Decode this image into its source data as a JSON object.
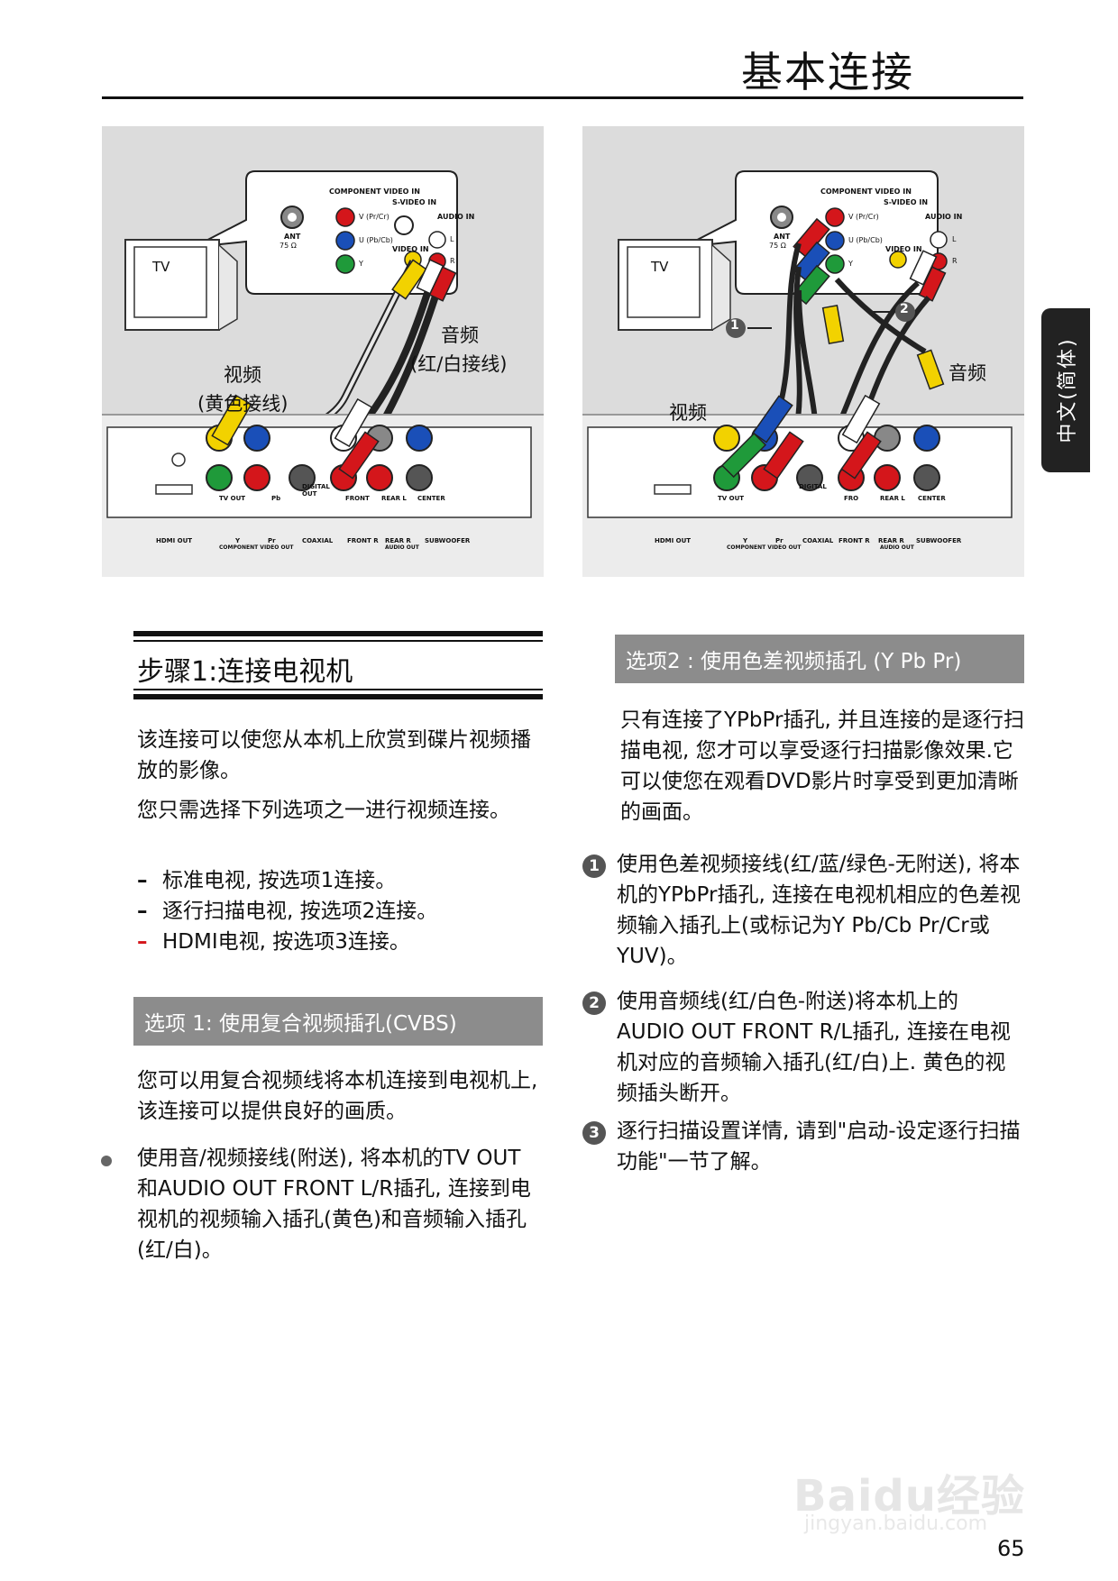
{
  "header": {
    "title": "基本连接"
  },
  "side_tab": {
    "label": "中文(简体)"
  },
  "figure_left": {
    "panel_labels": {
      "component": "COMPONENT VIDEO IN",
      "svideo": "S-VIDEO IN",
      "audio": "AUDIO IN",
      "ant": "ANT",
      "ohm": "75 Ω",
      "v": "V (Pr/Cr)",
      "u": "U (Pb/Cb)",
      "y": "Y",
      "video_in": "VIDEO IN",
      "l": "L",
      "r": "R"
    },
    "tv": "TV",
    "video_label": "视频",
    "video_sub": "(黄色接线)",
    "audio_label": "音频",
    "audio_sub": "(红/白接线)",
    "rear": {
      "tv_out": "TV OUT",
      "pb": "Pb",
      "y": "Y",
      "pr": "Pr",
      "component_out": "COMPONENT VIDEO OUT",
      "digital_out": "DIGITAL OUT",
      "coaxial": "COAXIAL",
      "front": "FRONT",
      "rear_l": "REAR L",
      "center": "CENTER",
      "front_r": "FRONT R",
      "rear_r": "REAR R",
      "subwoofer": "SUBWOOFER",
      "audio_out": "AUDIO OUT",
      "hdmi_out": "HDMI OUT"
    }
  },
  "figure_right": {
    "tv": "TV",
    "marker1": "1",
    "marker2": "2",
    "video_label": "视频",
    "audio_label": "音频",
    "panel_labels": {
      "component": "COMPONENT VIDEO IN",
      "svideo": "S-VIDEO IN",
      "audio": "AUDIO IN",
      "ant": "ANT",
      "ohm": "75 Ω",
      "v": "V (Pr/Cr)",
      "u": "U (Pb/Cb)",
      "y": "Y",
      "video_in": "VIDEO IN",
      "l": "L",
      "r": "R"
    },
    "rear": {
      "tv_out": "TV OUT",
      "y": "Y",
      "pr": "Pr",
      "component_out": "COMPONENT VIDEO OUT",
      "digital": "DIGITAL",
      "coaxial": "COAXIAL",
      "front": "FRO",
      "rear_l": "REAR L",
      "center": "CENTER",
      "front_r": "FRONT R",
      "rear_r": "REAR R",
      "subwoofer": "SUBWOOFER",
      "audio_out": "AUDIO OUT",
      "hdmi_out": "HDMI OUT"
    }
  },
  "left_column": {
    "step_title": "步骤1:连接电视机",
    "intro1": "该连接可以使您从本机上欣赏到碟片视频播放的影像。",
    "intro2": "您只需选择下列选项之一进行视频连接。",
    "dash1": "标准电视, 按选项1连接。",
    "dash2": "逐行扫描电视, 按选项2连接。",
    "dash3": "HDMI电视, 按选项3连接。",
    "option1_title": "选项 1: 使用复合视频插孔(CVBS)",
    "option1_para": "您可以用复合视频线将本机连接到电视机上, 该连接可以提供良好的画质。",
    "bullet": "使用音/视频接线(附送), 将本机的TV OUT和AUDIO OUT FRONT L/R插孔, 连接到电视机的视频输入插孔(黄色)和音频输入插孔 (红/白)。"
  },
  "right_column": {
    "option2_title": "选项2 : 使用色差视频插孔 (Y Pb Pr)",
    "intro": "只有连接了YPbPr插孔, 并且连接的是逐行扫描电视, 您才可以享受逐行扫描影像效果.它可以使您在观看DVD影片时享受到更加清晰的画面。",
    "step1_num": "1",
    "step1": "使用色差视频接线(红/蓝/绿色-无附送), 将本机的YPbPr插孔, 连接在电视机相应的色差视频输入插孔上(或标记为Y Pb/Cb Pr/Cr或YUV)。",
    "step2_num": "2",
    "step2": "使用音频线(红/白色-附送)将本机上的AUDIO OUT FRONT R/L插孔, 连接在电视机对应的音频输入插孔(红/白)上. 黄色的视频插头断开。",
    "step3_num": "3",
    "step3": "逐行扫描设置详情, 请到\"启动-设定逐行扫描功能\"一节了解。"
  },
  "footer": {
    "page_number": "65",
    "watermark": "Baidu经验",
    "watermark_sub": "jingyan.baidu.com"
  }
}
